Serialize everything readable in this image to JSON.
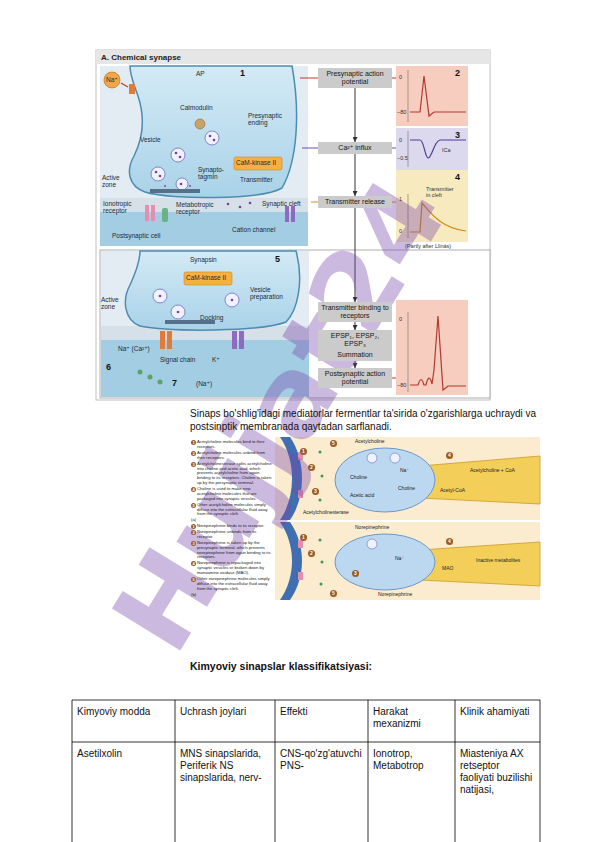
{
  "diagram": {
    "nodes": [
      {
        "text": [
          "Presynaptic action potential"
        ]
      },
      {
        "text": [
          "Ca²⁺ influx"
        ]
      },
      {
        "text": [
          "Transmitter release"
        ]
      },
      {
        "text": [
          "Transmitter binding to receptors"
        ]
      },
      {
        "text": [
          "EPSP₁, EPSP₂, EPSP₃"
        ]
      },
      {
        "text": [
          "Summation"
        ]
      },
      {
        "text": [
          "Postsynaptic action potential"
        ]
      }
    ],
    "edges": [
      {
        "from": 0,
        "to": 1,
        "arrow": "to"
      },
      {
        "from": 1,
        "to": 2,
        "arrow": "to"
      },
      {
        "from": 2,
        "to": 3,
        "arrow": "to"
      },
      {
        "from": 3,
        "to": 4,
        "arrow": "to"
      },
      {
        "from": 4,
        "to": 5,
        "arrow": "to"
      },
      {
        "from": 5,
        "to": 6,
        "arrow": "to"
      }
    ],
    "labels": [
      "A. Chemical synapse",
      "Na⁺",
      "AP",
      "1",
      "Calmodulin",
      "Presynaptic ending",
      "Vesicle",
      "Synapto-tagmin",
      "CaM-kinase II",
      "Transmitter",
      "Active zone",
      "Ionotropic receptor",
      "Metabotropic receptor",
      "Synaptic cleft",
      "Cation channel",
      "Postsynaptic cell",
      "2",
      "0",
      "−80",
      "3",
      "0",
      "−0.5",
      "ICa",
      "4",
      "Transmitter in cleft",
      "1",
      "0",
      "(Partly after Llinás)",
      "5",
      "Synapsin",
      "CaM-kinase II",
      "Vesicle preparation",
      "Docking",
      "Active zone",
      "Na⁺ (Ca²⁺)",
      "6",
      "Signal chain",
      "K⁺",
      "7",
      "(Na⁺)",
      "0",
      "−80",
      "Sinaps bo'shlig'idagi mediatorlar fermentlar ta'sirida o'zgarishlarga uchraydi va postsinptik membranada qaytadan sarflanadi.",
      "1",
      "Acetylcholine molecules bind to their receptors.",
      "2",
      "Acetylcholine molecules unbind from their receptors.",
      "3",
      "Acetylcholinesterase splits acetylcholine into choline and acetic acid, which prevents acetylcholine from again binding to its receptors. Choline is taken up by the presynaptic terminal.",
      "4",
      "Choline is used to make new acetylcholine molecules that are packaged into synaptic vesicles.",
      "5",
      "Other acetylcholine molecules simply diffuse into the extracellular fluid away from the synaptic cleft.",
      "(a)",
      "1",
      "Norepinephrine binds to its receptor.",
      "2",
      "Norepinephrine unbinds from its receptor.",
      "3",
      "Norepinephrine is taken up by the presynaptic terminal, which prevents norepinephrine from again binding to its receptors.",
      "4",
      "Norepinephrine is repackaged into synaptic vesicles or broken down by monoamine oxidase (MAO).",
      "5",
      "Other norepinephrine molecules simply diffuse into the extracellular fluid away from the synaptic cleft.",
      "(b)",
      "Acetylcholine",
      "Acetylcholinesterase",
      "Choline",
      "Acetic acid",
      "Na⁺",
      "Choline",
      "Acetyl-CoA",
      "Acetylcholine + CoA",
      "1",
      "2",
      "3",
      "4",
      "5",
      "Norepinephrine",
      "Na⁺",
      "MAO",
      "Inactive metabolites",
      "Norepinephrine",
      "1",
      "2",
      "3",
      "4",
      "5",
      "Kimyoviy sinapslar klassifikatsiyasi:",
      "Kimyoviy modda",
      "Uchrash joylari",
      "Effekti",
      "Harakat mexanizmi",
      "Klinik ahamiyati",
      "Asetilxolin",
      "MNS sinapslarida, Periferik NS sinapslarida, nerv-",
      "CNS-qo'zg'atuvchi PNS-",
      "Ionotrop, Metabotrop",
      "Miasteniya AX retseptor faoliyati buzilishi natijasi,",
      "Hujjat24"
    ]
  }
}
